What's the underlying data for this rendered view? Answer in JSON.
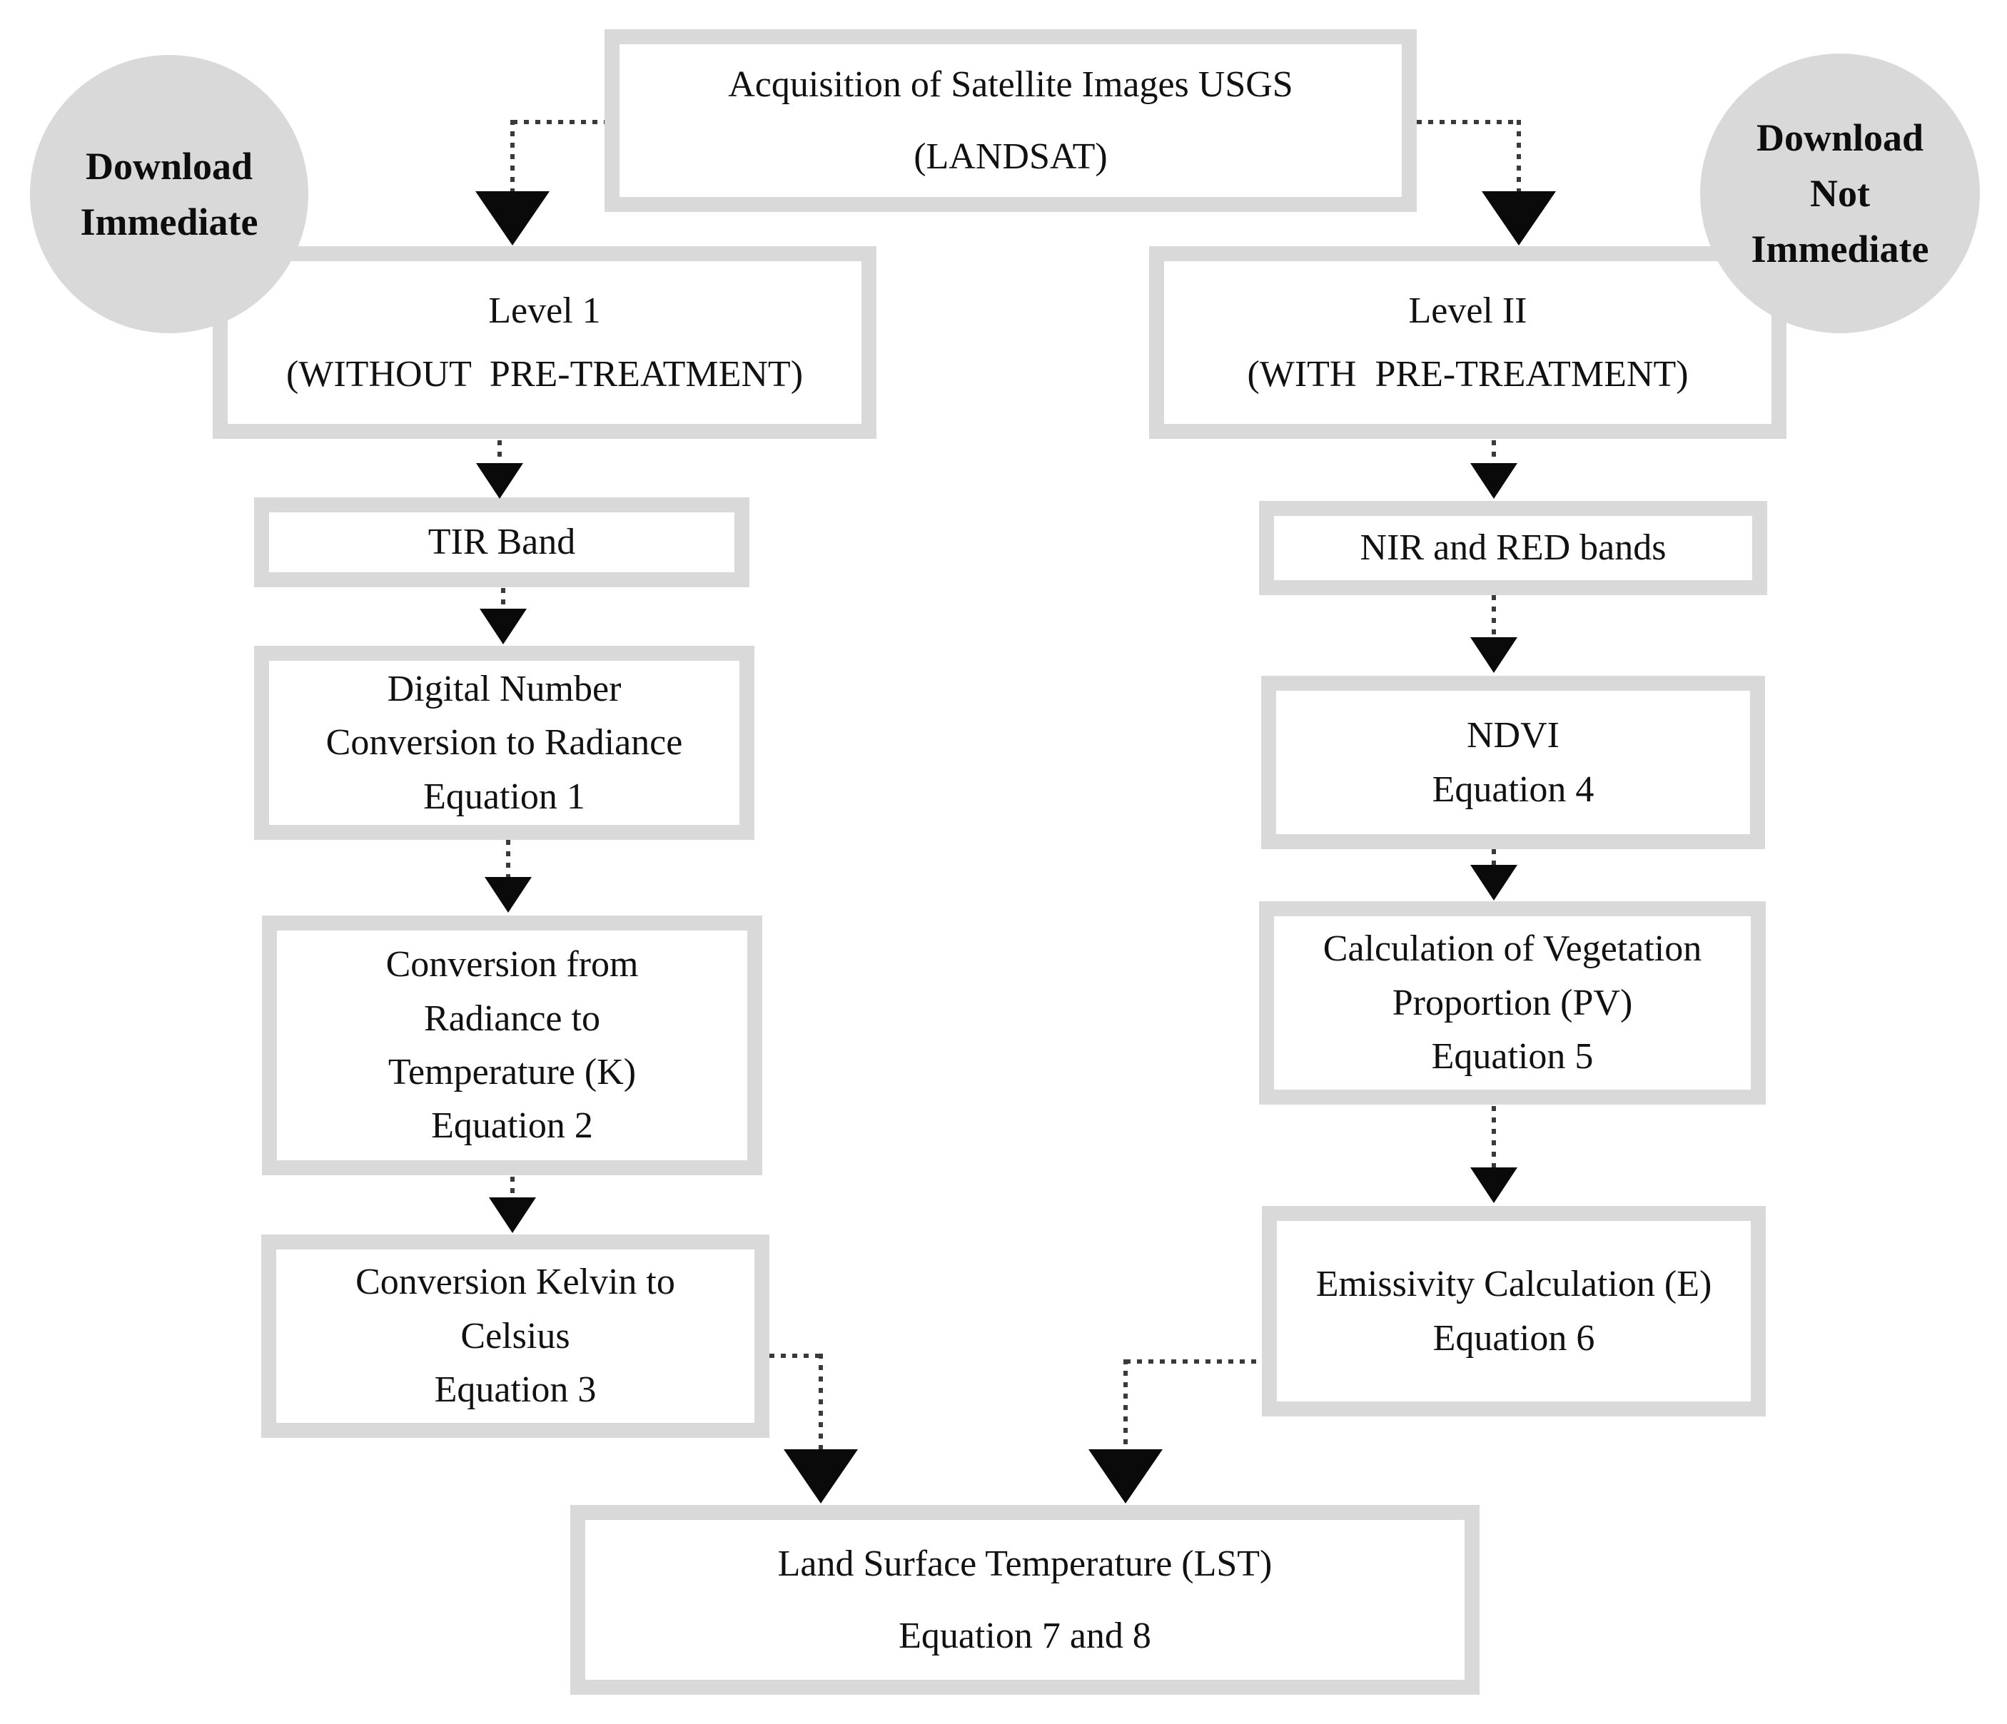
{
  "figure": {
    "type": "flowchart",
    "description_colors": {
      "node_border": "#d9d9d9",
      "node_fill": "#ffffff",
      "circle_fill": "#d9d9d9",
      "connector_dots": "#3a3a3a",
      "arrowhead": "#0a0a0a",
      "text": "#111111",
      "background": "#ffffff"
    }
  },
  "badges": {
    "download_immediate": {
      "text": "Download\nImmediate"
    },
    "download_not_immediate": {
      "text": "Download\nNot\nImmediate"
    }
  },
  "nodes": {
    "acquisition": {
      "text": "Acquisition of Satellite Images USGS\n(LANDSAT)"
    },
    "level1": {
      "text": "Level 1\n(WITHOUT  PRE-TREATMENT)"
    },
    "tir_band": {
      "text": "TIR Band"
    },
    "digital_number": {
      "text": "Digital Number\nConversion to Radiance\nEquation 1"
    },
    "radiance_to_temperature": {
      "text": "Conversion from\nRadiance to\nTemperature (K)\nEquation 2"
    },
    "kelvin_to_celsius": {
      "text": "Conversion Kelvin to\nCelsius\nEquation 3"
    },
    "level2": {
      "text": "Level II\n(WITH  PRE-TREATMENT)"
    },
    "nir_red_bands": {
      "text": "NIR and RED bands"
    },
    "ndvi": {
      "text": "NDVI\nEquation 4"
    },
    "vegetation_proportion": {
      "text": "Calculation of Vegetation\nProportion (PV)\nEquation 5"
    },
    "emissivity": {
      "text": "Emissivity Calculation (E)\nEquation 6"
    },
    "lst": {
      "text": "Land Surface Temperature (LST)\nEquation 7 and 8"
    }
  },
  "edges": [
    {
      "from": "acquisition",
      "to": "level1"
    },
    {
      "from": "acquisition",
      "to": "level2"
    },
    {
      "from": "level1",
      "to": "tir_band"
    },
    {
      "from": "tir_band",
      "to": "digital_number"
    },
    {
      "from": "digital_number",
      "to": "radiance_to_temperature"
    },
    {
      "from": "radiance_to_temperature",
      "to": "kelvin_to_celsius"
    },
    {
      "from": "kelvin_to_celsius",
      "to": "lst"
    },
    {
      "from": "level2",
      "to": "nir_red_bands"
    },
    {
      "from": "nir_red_bands",
      "to": "ndvi"
    },
    {
      "from": "ndvi",
      "to": "vegetation_proportion"
    },
    {
      "from": "vegetation_proportion",
      "to": "emissivity"
    },
    {
      "from": "emissivity",
      "to": "lst"
    }
  ]
}
